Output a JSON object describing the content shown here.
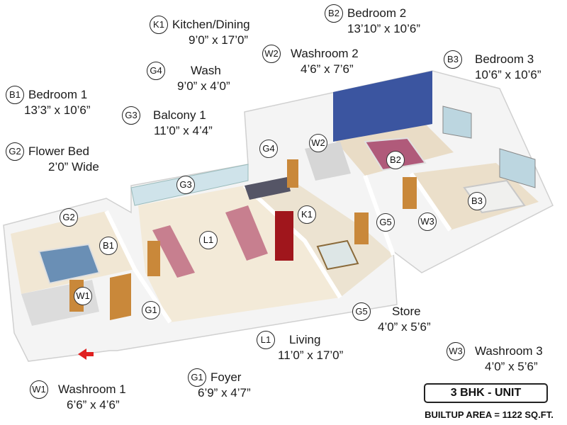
{
  "legend": [
    {
      "code": "K1",
      "name": "Kitchen/Dining",
      "dim": "9’0” x 17’0”"
    },
    {
      "code": "B2",
      "name": "Bedroom 2",
      "dim": "13’10” x 10’6”"
    },
    {
      "code": "W2",
      "name": "Washroom 2",
      "dim": "4’6” x 7’6”"
    },
    {
      "code": "B3",
      "name": "Bedroom 3",
      "dim": "10’6” x 10’6”"
    },
    {
      "code": "G4",
      "name": "Wash",
      "dim": "9’0” x 4’0”"
    },
    {
      "code": "B1",
      "name": "Bedroom 1",
      "dim": "13’3” x 10’6”"
    },
    {
      "code": "G3",
      "name": "Balcony 1",
      "dim": "11’0” x 4’4”"
    },
    {
      "code": "G2",
      "name": "Flower Bed",
      "dim": "2’0” Wide"
    },
    {
      "code": "G5",
      "name": "Store",
      "dim": "4’0” x 5’6”"
    },
    {
      "code": "L1",
      "name": "Living",
      "dim": "11’0” x 17’0”"
    },
    {
      "code": "W3",
      "name": "Washroom 3",
      "dim": "4’0” x 5’6”"
    },
    {
      "code": "W1",
      "name": "Washroom 1",
      "dim": "6’6” x 4’6”"
    },
    {
      "code": "G1",
      "name": "Foyer",
      "dim": "6’9” x 4’7”"
    }
  ],
  "plan_tags": [
    "G2",
    "B1",
    "W1",
    "G1",
    "G3",
    "L1",
    "K1",
    "G4",
    "W2",
    "B2",
    "G5",
    "W3",
    "B3"
  ],
  "unit": {
    "type_label": "3 BHK - UNIT",
    "area_label": "BUILTUP AREA = 1122 SQ.FT."
  },
  "colors": {
    "wall_top": "#f2f2f2",
    "floor": "#efe4cf",
    "accent_wall": "#3b55a0",
    "fridge": "#a0161c",
    "sofa": "#c77f8f",
    "bed_spread": "#6a8fb5",
    "entry_arrow": "#e02020"
  }
}
